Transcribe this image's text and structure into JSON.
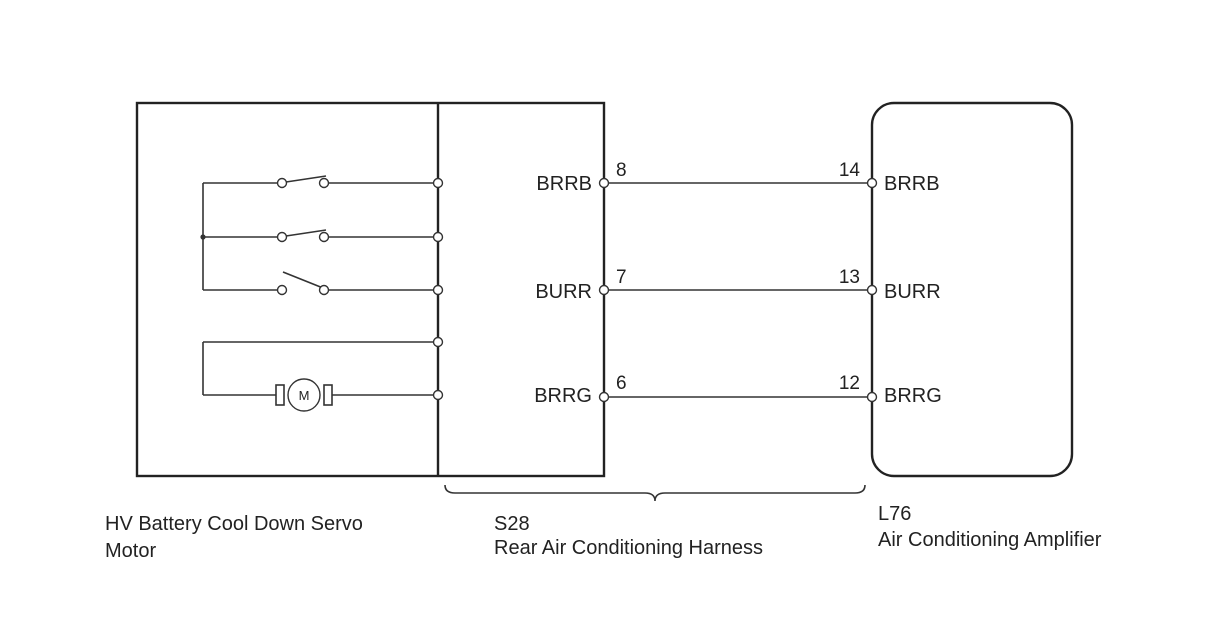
{
  "servo_motor": {
    "caption_line1": "HV Battery Cool Down Servo",
    "caption_line2": "Motor",
    "motor_symbol": "M"
  },
  "harness": {
    "code": "S28",
    "name": "Rear Air Conditioning Harness",
    "pins": [
      {
        "signal": "BRRB",
        "number": "8"
      },
      {
        "signal": "BURR",
        "number": "7"
      },
      {
        "signal": "BRRG",
        "number": "6"
      }
    ]
  },
  "amplifier": {
    "code": "L76",
    "name": "Air Conditioning Amplifier",
    "pins": [
      {
        "signal": "BRRB",
        "number": "14"
      },
      {
        "signal": "BURR",
        "number": "13"
      },
      {
        "signal": "BRRG",
        "number": "12"
      }
    ]
  }
}
